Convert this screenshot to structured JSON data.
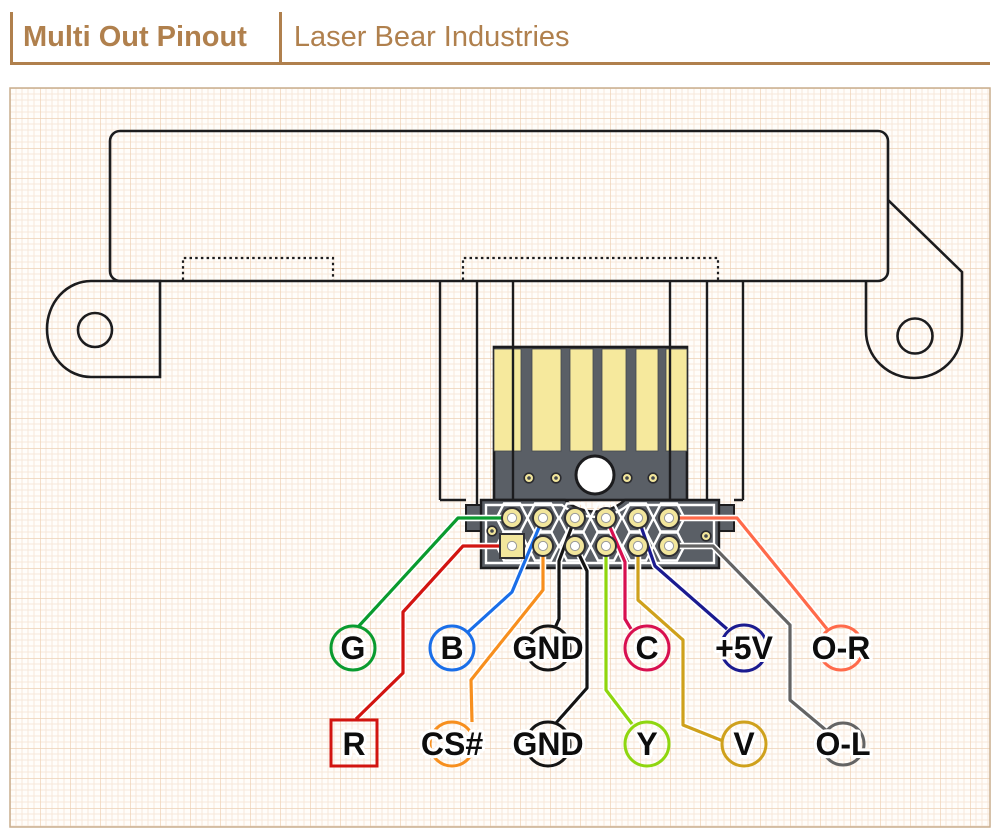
{
  "header": {
    "title": "Multi Out Pinout",
    "subtitle": "Laser Bear Industries",
    "accent_color": "#b0804d"
  },
  "diagram": {
    "paper": {
      "background": "#fffdfa",
      "grid_minor": "#f7e8d9",
      "grid_major": "#eed2b6",
      "border": "#c9ae8e"
    },
    "board": {
      "housing_outline": "#1c1c1e",
      "pcb_body": "#5a5f66",
      "gold_fingers": "#f6e99d",
      "pad_ring": "#f2e69c",
      "hole_fill": "#ffffff"
    },
    "pins": {
      "top": [
        {
          "label": "G",
          "color": "#0a9b2f"
        },
        {
          "label": "B",
          "color": "#1a6ee8"
        },
        {
          "label": "GND",
          "color": "#141414"
        },
        {
          "label": "C",
          "color": "#d81050"
        },
        {
          "label": "+5V",
          "color": "#1b1b90"
        },
        {
          "label": "O-R",
          "color": "#ff6a4a"
        }
      ],
      "bottom": [
        {
          "label": "R",
          "color": "#d21511"
        },
        {
          "label": "CS#",
          "color": "#f78f1e"
        },
        {
          "label": "GND",
          "color": "#141414"
        },
        {
          "label": "Y",
          "color": "#8fd60f"
        },
        {
          "label": "V",
          "color": "#cfa11c"
        },
        {
          "label": "O-L",
          "color": "#646464"
        }
      ]
    }
  }
}
